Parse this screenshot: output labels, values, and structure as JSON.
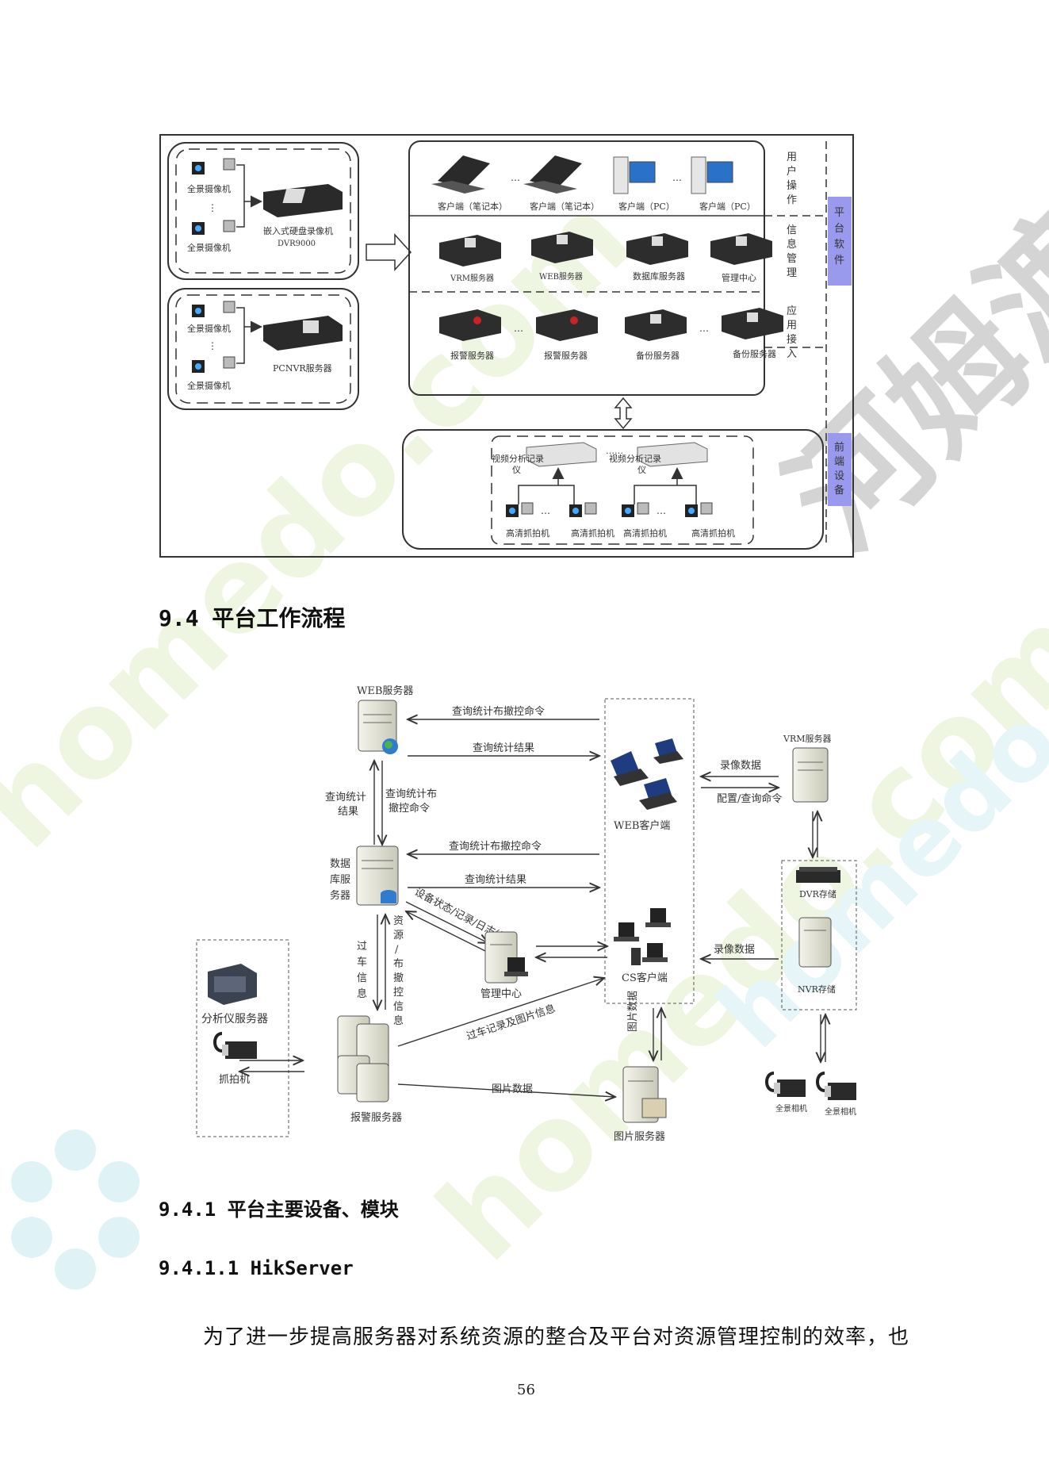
{
  "watermarks": {
    "left": "homedo.com",
    "middle": "homedo.com",
    "right": "homedo.com",
    "brand": "河姆渡"
  },
  "diagram1": {
    "dvr_group": {
      "camera_top": "全景摄像机",
      "camera_bottom": "全景摄像机",
      "recorder_line1": "嵌入式硬盘录像机",
      "recorder_line2": "DVR9000"
    },
    "pcnvr_group": {
      "camera_top": "全景摄像机",
      "camera_bottom": "全景摄像机",
      "server": "PCNVR服务器"
    },
    "user_row": {
      "items": [
        "客户端（笔记本）",
        "客户端（笔记本）",
        "客户端（PC）",
        "客户端（PC）"
      ],
      "label": [
        "用",
        "户",
        "操",
        "作"
      ]
    },
    "info_row": {
      "items": [
        "VRM服务器",
        "WEB服务器",
        "数据库服务器",
        "管理中心"
      ],
      "label": [
        "信",
        "息",
        "管",
        "理"
      ]
    },
    "app_row": {
      "items": [
        "报警服务器",
        "报警服务器",
        "备份服务器",
        "备份服务器"
      ],
      "label": [
        "应",
        "用",
        "接",
        "入"
      ]
    },
    "platform_label": [
      "平",
      "台",
      "软",
      "件"
    ],
    "front_label": [
      "前",
      "端",
      "设",
      "备"
    ],
    "front": {
      "analyzer_left": [
        "视频分析记录",
        "仪"
      ],
      "analyzer_right": [
        "视频分析记录",
        "仪"
      ],
      "cameras": [
        "高清抓拍机",
        "高清抓拍机",
        "高清抓拍机",
        "高清抓拍机"
      ],
      "ellipsis": "……"
    },
    "ellipsis": "…"
  },
  "section_9_4": {
    "title": "9.4 平台工作流程"
  },
  "diagram2": {
    "web_server": "WEB服务器",
    "web_to_client_cmd": "查询统计布撤控命令",
    "web_result": "查询统计结果",
    "vrm_server": "VRM服务器",
    "web_client": "WEB客户端",
    "record_data_top": "录像数据",
    "config_cmd": "配置/查询命令",
    "left_result": [
      "查询统计",
      "结果"
    ],
    "left_cmd": [
      "查询统计布",
      "撤控命令"
    ],
    "db_server": [
      "数据",
      "库服",
      "务器"
    ],
    "db_cmd": "查询统计布撤控命令",
    "db_result": "查询统计结果",
    "device_status": "设备状态/记录/日志维护",
    "dvr_storage": "DVR存储",
    "resource_cmd": [
      "资",
      "源",
      "/",
      "布",
      "撤",
      "控",
      "信",
      "息"
    ],
    "pass_info": [
      "过",
      "车",
      "信",
      "息"
    ],
    "mgmt_center": "管理中心",
    "cs_client": "CS客户端",
    "record_data_mid": "录像数据",
    "nvr_storage": "NVR存储",
    "analyzer_server": "分析仪服务器",
    "pass_record": "过车记录及图片信息",
    "image_data_v": "图片数据",
    "capture_camera": "抓拍机",
    "image_data": "图片数据",
    "alarm_server": "报警服务器",
    "image_server": "图片服务器",
    "pano_cam_1": "全景相机",
    "pano_cam_2": "全景相机"
  },
  "section_9_4_1": {
    "title": "9.4.1 平台主要设备、模块"
  },
  "section_9_4_1_1": {
    "title": "9.4.1.1 HikServer"
  },
  "paragraph": "为了进一步提高服务器对系统资源的整合及平台对资源管理控制的效率，也",
  "page_number": "56",
  "colors": {
    "purple_label": "#9999ee",
    "diagram_line": "#333333",
    "watermark": "#e3f0d6"
  }
}
